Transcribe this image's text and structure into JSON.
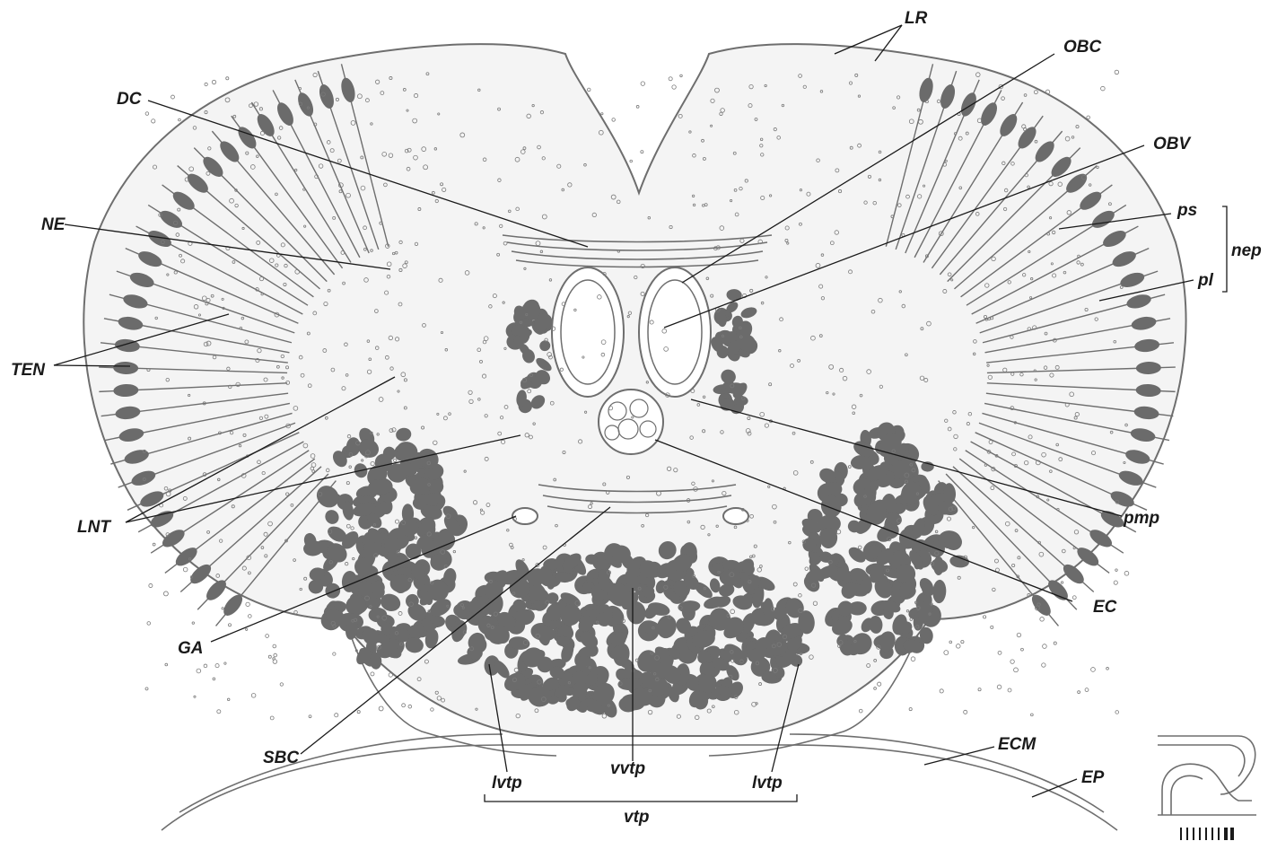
{
  "labels": {
    "LR": "LR",
    "OBC": "OBC",
    "DC": "DC",
    "OBV": "OBV",
    "NE": "NE",
    "ps": "ps",
    "nep": "nep",
    "pl": "pl",
    "TEN": "TEN",
    "LNT": "LNT",
    "pmp": "pmp",
    "EC": "EC",
    "GA": "GA",
    "SBC": "SBC",
    "ECM": "ECM",
    "EP": "EP",
    "lvtp_left": "lvtp",
    "vvtp": "vvtp",
    "lvtp_right": "lvtp",
    "vtp": "vtp"
  },
  "colors": {
    "tissue_dark": "#6b6b6b",
    "tissue_line": "#6e6e6e",
    "tissue_fill": "#f4f4f4",
    "text": "#1a1a1a"
  },
  "icons": {
    "inset": "orientation-schematic-icon",
    "scale": "scale-bar-icon"
  }
}
